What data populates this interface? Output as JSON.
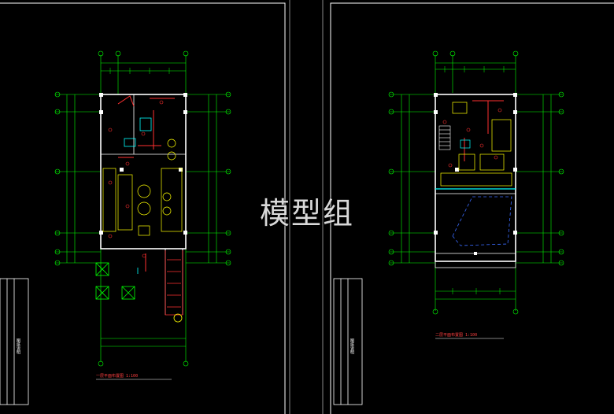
{
  "watermark": "模型组",
  "sheets": [
    {
      "name": "left",
      "caption": "一层平面布置图",
      "scale": "1:100",
      "stamp": "图纸说明"
    },
    {
      "name": "right",
      "caption": "二层平面布置图",
      "scale": "1:100",
      "stamp": "图纸说明"
    }
  ],
  "colors": {
    "background": "#000000",
    "frame": "#ffffff",
    "grid": "#00ff00",
    "wall": "#ffffff",
    "furniture": "#ffff00",
    "accent": "#00ffff",
    "annotation": "#ff3030"
  }
}
